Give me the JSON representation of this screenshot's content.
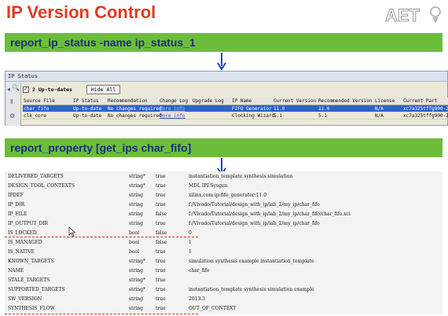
{
  "page_title": "IP Version Control",
  "logo_text": "AET",
  "command1": "report_ip_status -name ip_status_1",
  "command2": "report_property [get_ips char_fifo]",
  "ip_status": {
    "panel_title": "IP Status",
    "uptodate_label": "2 Up-to-dates",
    "hide_all_label": "Hide All",
    "side_icons": [
      "◂",
      "🔍",
      "‖",
      "⚙"
    ],
    "columns": [
      "Source File",
      "IP Status",
      "Recommendation",
      "Change Log",
      "Upgrade Log",
      "IP Name",
      "Current Version",
      "Recommended Version",
      "License",
      "Current Part"
    ],
    "rows": [
      [
        "char_fifo",
        "Up-to-date",
        "No changes required",
        "More info",
        "",
        "FIFO Generator",
        "11.0",
        "11.0",
        "N/A",
        "xc7a325tffg900-2"
      ],
      [
        "clk_core",
        "Up-to-date",
        "No changes required",
        "More info",
        "",
        "Clocking Wizard",
        "5.1",
        "5.1",
        "N/A",
        "xc7a325tffg900-2"
      ]
    ]
  },
  "properties": [
    [
      "DELIVERED_TARGETS",
      "string*",
      "true",
      "instantiation_template synthesis simulation"
    ],
    [
      "DESIGN_TOOL_CONTEXTS",
      "string*",
      "true",
      "MDL IPI Sysgen"
    ],
    [
      "IPDEF",
      "string",
      "true",
      "xilinx.com:ip:fifo_generator:11.0"
    ],
    [
      "IP_DIR",
      "string",
      "true",
      "f:/Vivado/Tutorial/design_with_ip/lab_2/my_ip/char_fifo"
    ],
    [
      "IP_FILE",
      "string",
      "false",
      "f:/Vivado/Tutorial/design_with_ip/lab_2/my_ip/char_fifo/char_fifo.xci"
    ],
    [
      "IP_OUTPUT_DIR",
      "string",
      "true",
      "f:/Vivado/Tutorial/design_with_ip/lab_2/my_ip/char_fifo"
    ],
    [
      "IS_LOCKED",
      "bool",
      "false",
      "0"
    ],
    [
      "IS_MANAGED",
      "bool",
      "false",
      "1"
    ],
    [
      "IS_NATIVE",
      "bool",
      "true",
      "1"
    ],
    [
      "KNOWN_TARGETS",
      "string*",
      "true",
      "simulation synthesis example instantiation_template"
    ],
    [
      "NAME",
      "string",
      "true",
      "char_fifo"
    ],
    [
      "STALE_TARGETS",
      "string*",
      "true",
      ""
    ],
    [
      "SUPPORTED_TARGETS",
      "string*",
      "true",
      "instantiation_template synthesis simulation example"
    ],
    [
      "SW_VERSION",
      "string",
      "true",
      "2013.3"
    ],
    [
      "SYNTHESIS_FLOW",
      "string",
      "true",
      "OUT_OF_CONTEXT"
    ]
  ],
  "colors": {
    "title": "#e03a20",
    "banner": "#6dbd3c",
    "banner_text": "#1a2f7a",
    "selection": "#2a63c8",
    "highlight_dash": "#e0281c"
  }
}
